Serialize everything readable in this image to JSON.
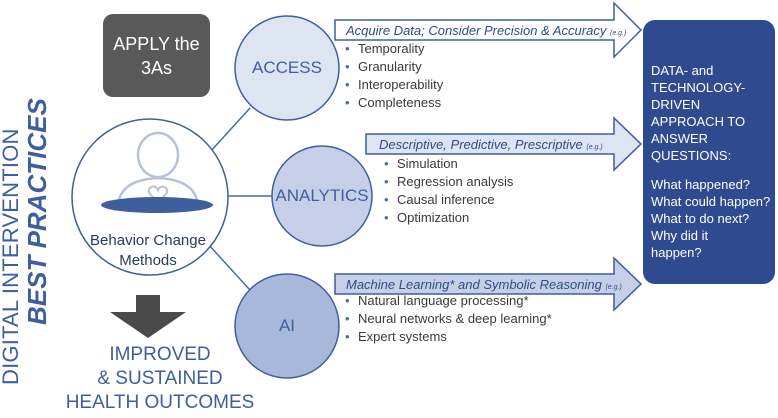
{
  "side_title": {
    "line1": "DIGITAL INTERVENTION",
    "line2": "BEST PRACTICES"
  },
  "apply_box": {
    "line1": "APPLY the",
    "line2": "3As"
  },
  "center": {
    "line1": "Behavior Change",
    "line2": "Methods",
    "icon": "person-heart-icon"
  },
  "outcome": {
    "line1": "IMPROVED",
    "line2": "& SUSTAINED",
    "line3": "HEALTH OUTCOMES"
  },
  "access": {
    "label": "ACCESS",
    "arrow": "Acquire Data; Consider Precision & Accuracy",
    "eg": "(e.g.)",
    "items": [
      "Temporality",
      "Granularity",
      "Interoperability",
      "Completeness"
    ]
  },
  "analytics": {
    "label": "ANALYTICS",
    "arrow": "Descriptive, Predictive, Prescriptive",
    "eg": "(e.g.)",
    "items": [
      "Simulation",
      "Regression analysis",
      "Causal inference",
      "Optimization"
    ]
  },
  "ai": {
    "label": "AI",
    "arrow": "Machine Learning* and Symbolic Reasoning",
    "eg": "(e.g.)",
    "items": [
      "Natural language processing*",
      "Neural networks & deep learning*",
      "Expert systems"
    ]
  },
  "right_box": {
    "heading": "DATA- and\nTECHNOLOGY-\nDRIVEN\nAPPROACH TO\nANSWER\nQUESTIONS:",
    "questions": "What happened?\nWhat could happen?\nWhat to do next?\nWhy did it\nhappen?"
  },
  "colors": {
    "accent": "#3f5e9e",
    "dark_box": "#595959",
    "right_box": "#2f4b8f",
    "circle_light": "#dde4f2",
    "circle_mid": "#c5d0e8",
    "circle_dark": "#a8b8da"
  }
}
